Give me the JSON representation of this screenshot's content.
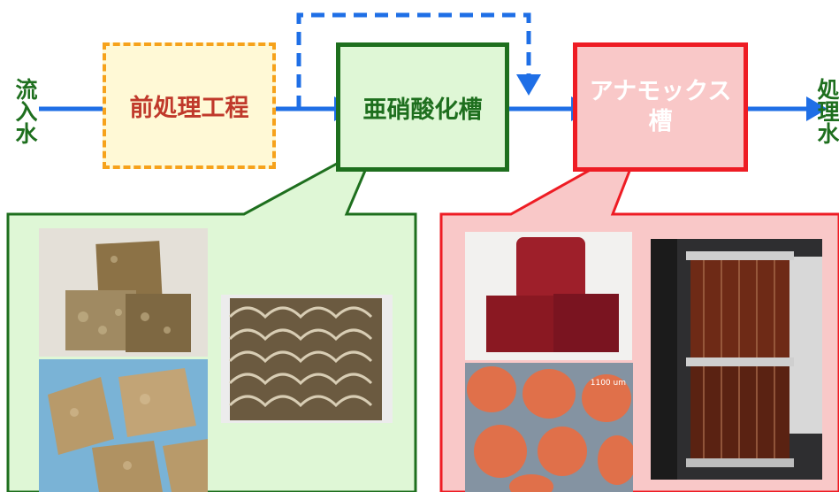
{
  "inflow_label": "流入水",
  "outflow_label": "処理水",
  "boxes": {
    "pretreatment": "前処理工程",
    "nitritation": "亜硝酸化槽",
    "anammox": "アナモックス槽"
  },
  "photos": {
    "nitritation": [
      {
        "name": "brown-sponge-cubes-photo"
      },
      {
        "name": "sponge-carriers-closeup-photo"
      },
      {
        "name": "honeycomb-carrier-photo"
      }
    ],
    "anammox": [
      {
        "name": "red-gel-cubes-photo"
      },
      {
        "name": "red-granules-closeup-photo",
        "scale_text": "1100 um"
      },
      {
        "name": "anammox-reactor-photo"
      }
    ]
  },
  "colors": {
    "arrow_blue": "#1f6fe6",
    "pretreatment_border": "#f6a21c",
    "pretreatment_fill": "#fff9d6",
    "pretreatment_text": "#c0392b",
    "nitritation_border": "#1e6f1e",
    "nitritation_fill": "#dff7d6",
    "nitritation_text": "#1e6f1e",
    "anammox_border": "#ee1c24",
    "anammox_fill": "#f9c8c8",
    "anammox_text": "#ffffff"
  }
}
